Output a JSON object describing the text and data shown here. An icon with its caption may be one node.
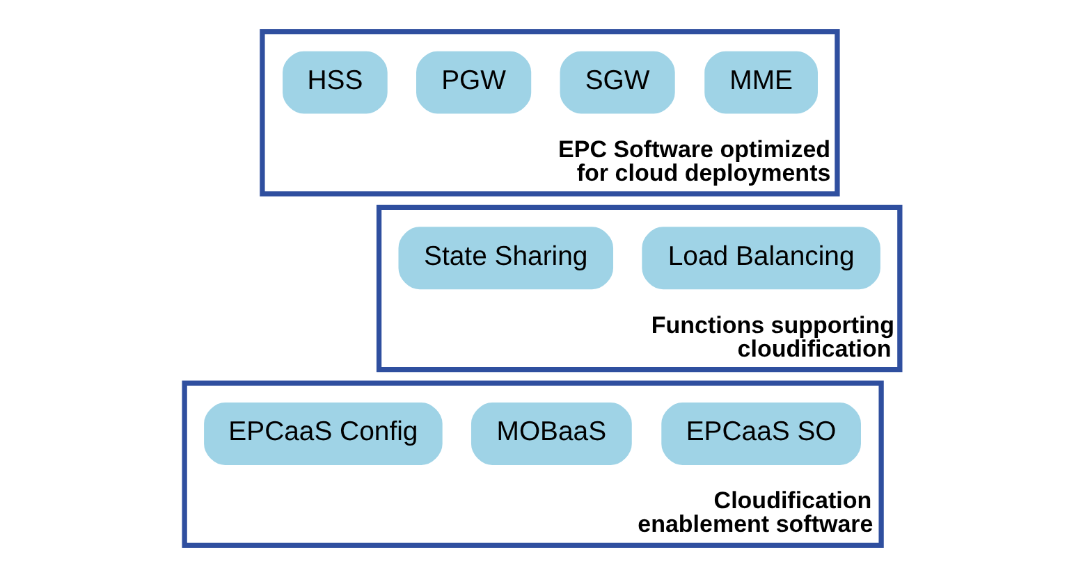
{
  "diagram": {
    "nodes": [
      {
        "text": [
          "EPC Software optimized for cloud deployments"
        ]
      },
      {
        "text": [
          "MME"
        ],
        "in": 0
      },
      {
        "text": [
          "SGW"
        ],
        "in": 0
      },
      {
        "text": [
          "PGW"
        ],
        "in": 0
      },
      {
        "text": [
          "HSS"
        ],
        "in": 0
      },
      {
        "text": [
          "Functions supporting cloudification"
        ]
      },
      {
        "text": [
          "Load Balancing"
        ],
        "in": 5
      },
      {
        "text": [
          "State Sharing"
        ],
        "in": 5
      },
      {
        "text": [
          "Cloudification enablement software"
        ]
      },
      {
        "text": [
          "EPCaaS SO"
        ],
        "in": 8
      },
      {
        "text": [
          "MOBaaS"
        ],
        "in": 8
      },
      {
        "text": [
          "EPCaaS Config"
        ],
        "in": 8
      }
    ]
  }
}
